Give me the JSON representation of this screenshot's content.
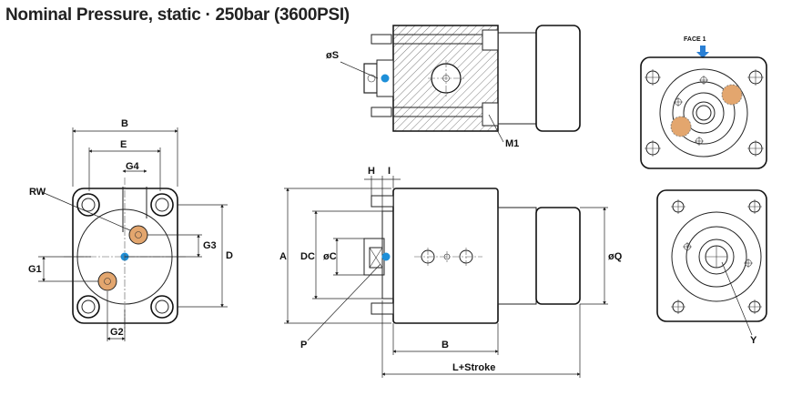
{
  "title": "Nominal Pressure, static · 250bar (3600PSI)",
  "labels": {
    "B": "B",
    "E": "E",
    "G4": "G4",
    "RW": "RW",
    "G3": "G3",
    "D": "D",
    "G1": "G1",
    "G2": "G2",
    "phiS": "øS",
    "M1": "M1",
    "H": "H",
    "I": "I",
    "A": "A",
    "DC": "DC",
    "phiC": "øC",
    "phiQ": "øQ",
    "P": "P",
    "B2": "B",
    "L_stroke": "L+Stroke",
    "face1": "FACE 1",
    "Y": "Y"
  },
  "colors": {
    "port_blue": "#1e8fd8",
    "port_orange": "#e3a66e",
    "arrow_blue": "#2a7fd4",
    "line": "#222222"
  }
}
